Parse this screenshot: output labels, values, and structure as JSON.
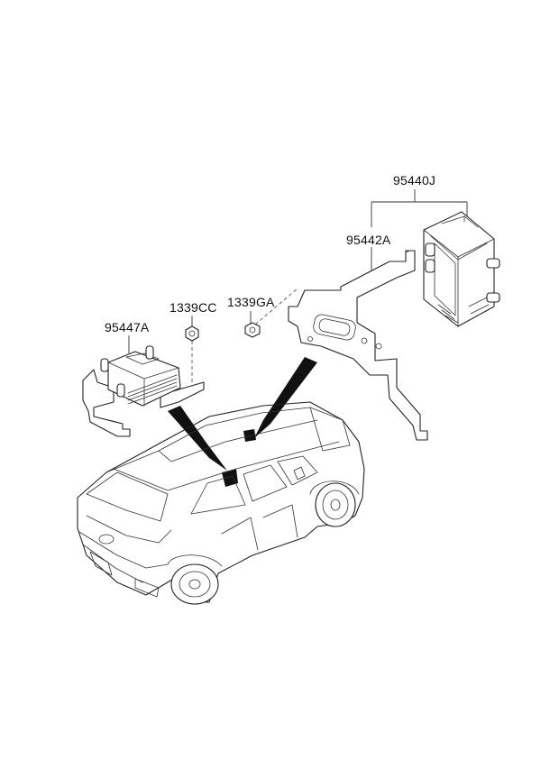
{
  "parts": [
    {
      "id": "p1",
      "code": "95440J"
    },
    {
      "id": "p2",
      "code": "95442A"
    },
    {
      "id": "p3",
      "code": "1339GA"
    },
    {
      "id": "p4",
      "code": "1339CC"
    },
    {
      "id": "p5",
      "code": "95447A"
    }
  ]
}
